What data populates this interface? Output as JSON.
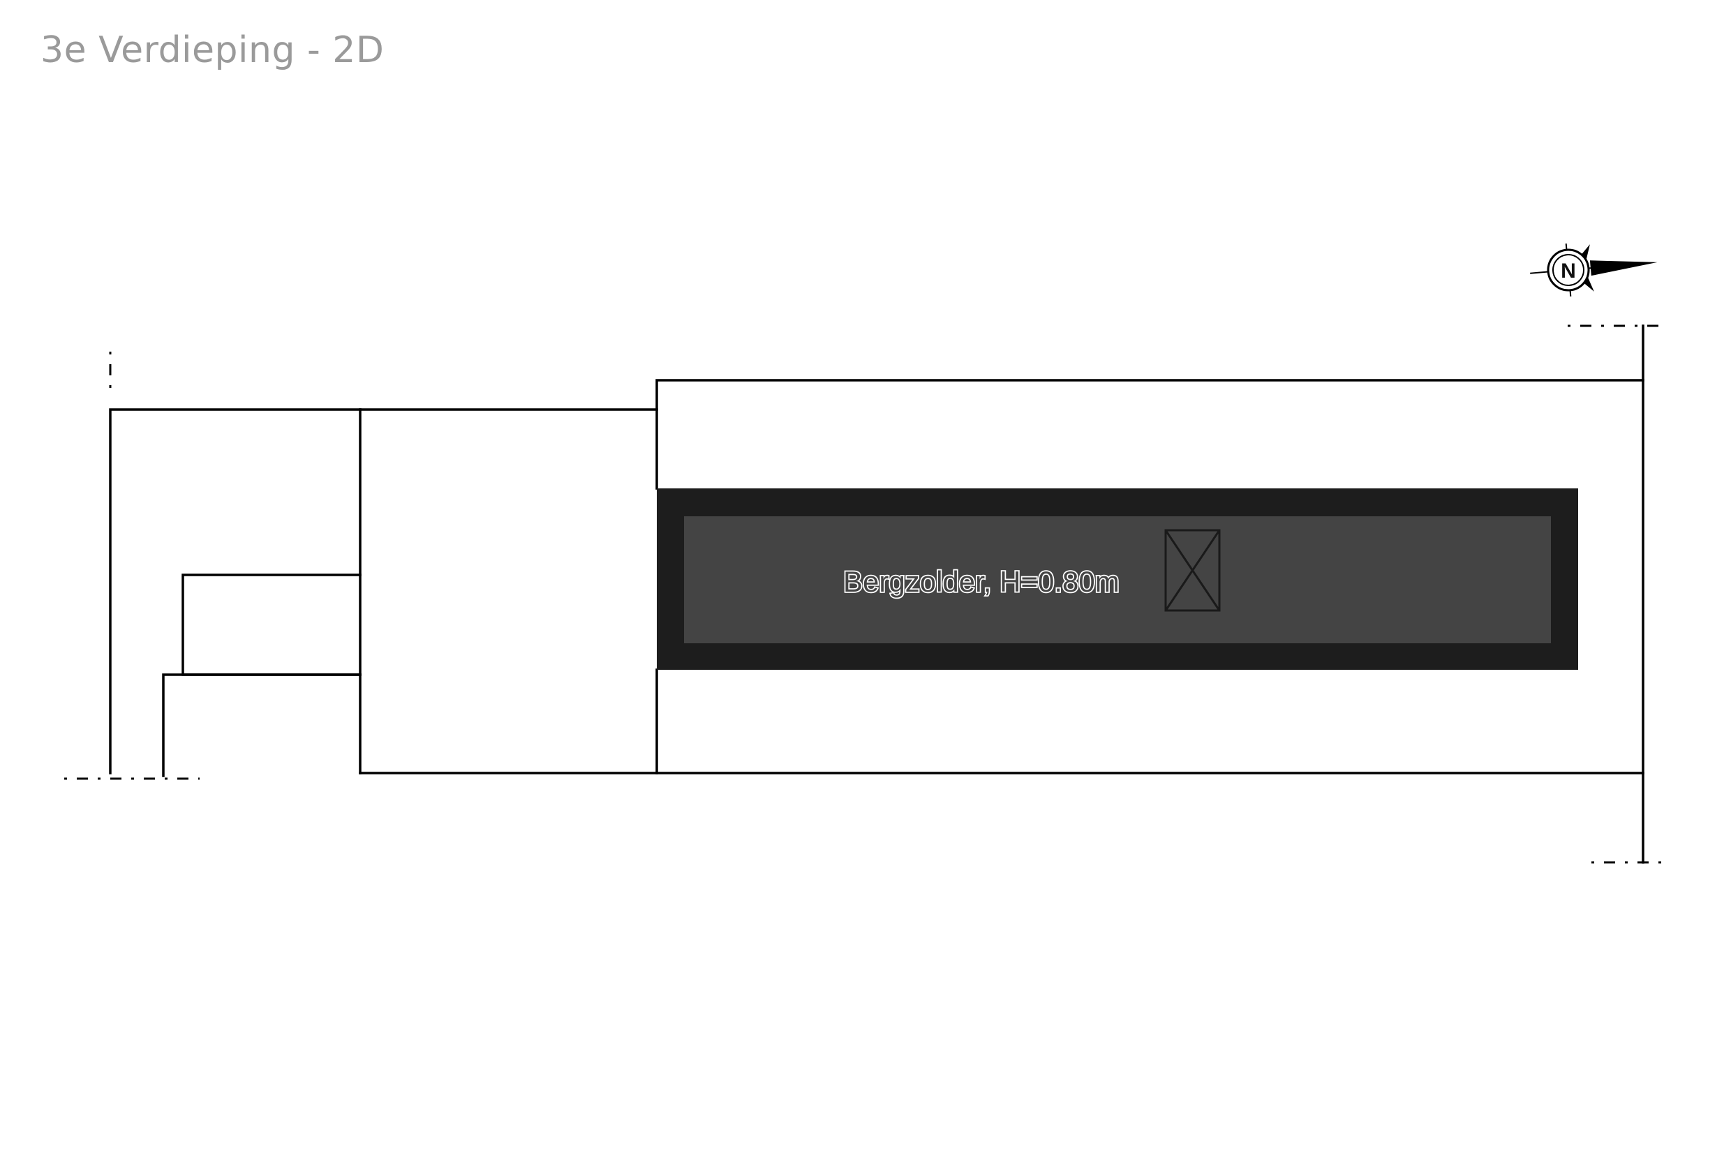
{
  "title": "3e Verdieping - 2D",
  "rooms": [
    {
      "name": "Bergzolder, H=0.80m"
    }
  ],
  "compass": {
    "letter": "N"
  },
  "colors": {
    "wall": "#000000",
    "room_border": "#1d1d1d",
    "room_fill": "#444444",
    "title_text": "#9a9a9a"
  },
  "symbols": [
    "roof-hatch-icon",
    "north-arrow-icon",
    "section-marker"
  ]
}
